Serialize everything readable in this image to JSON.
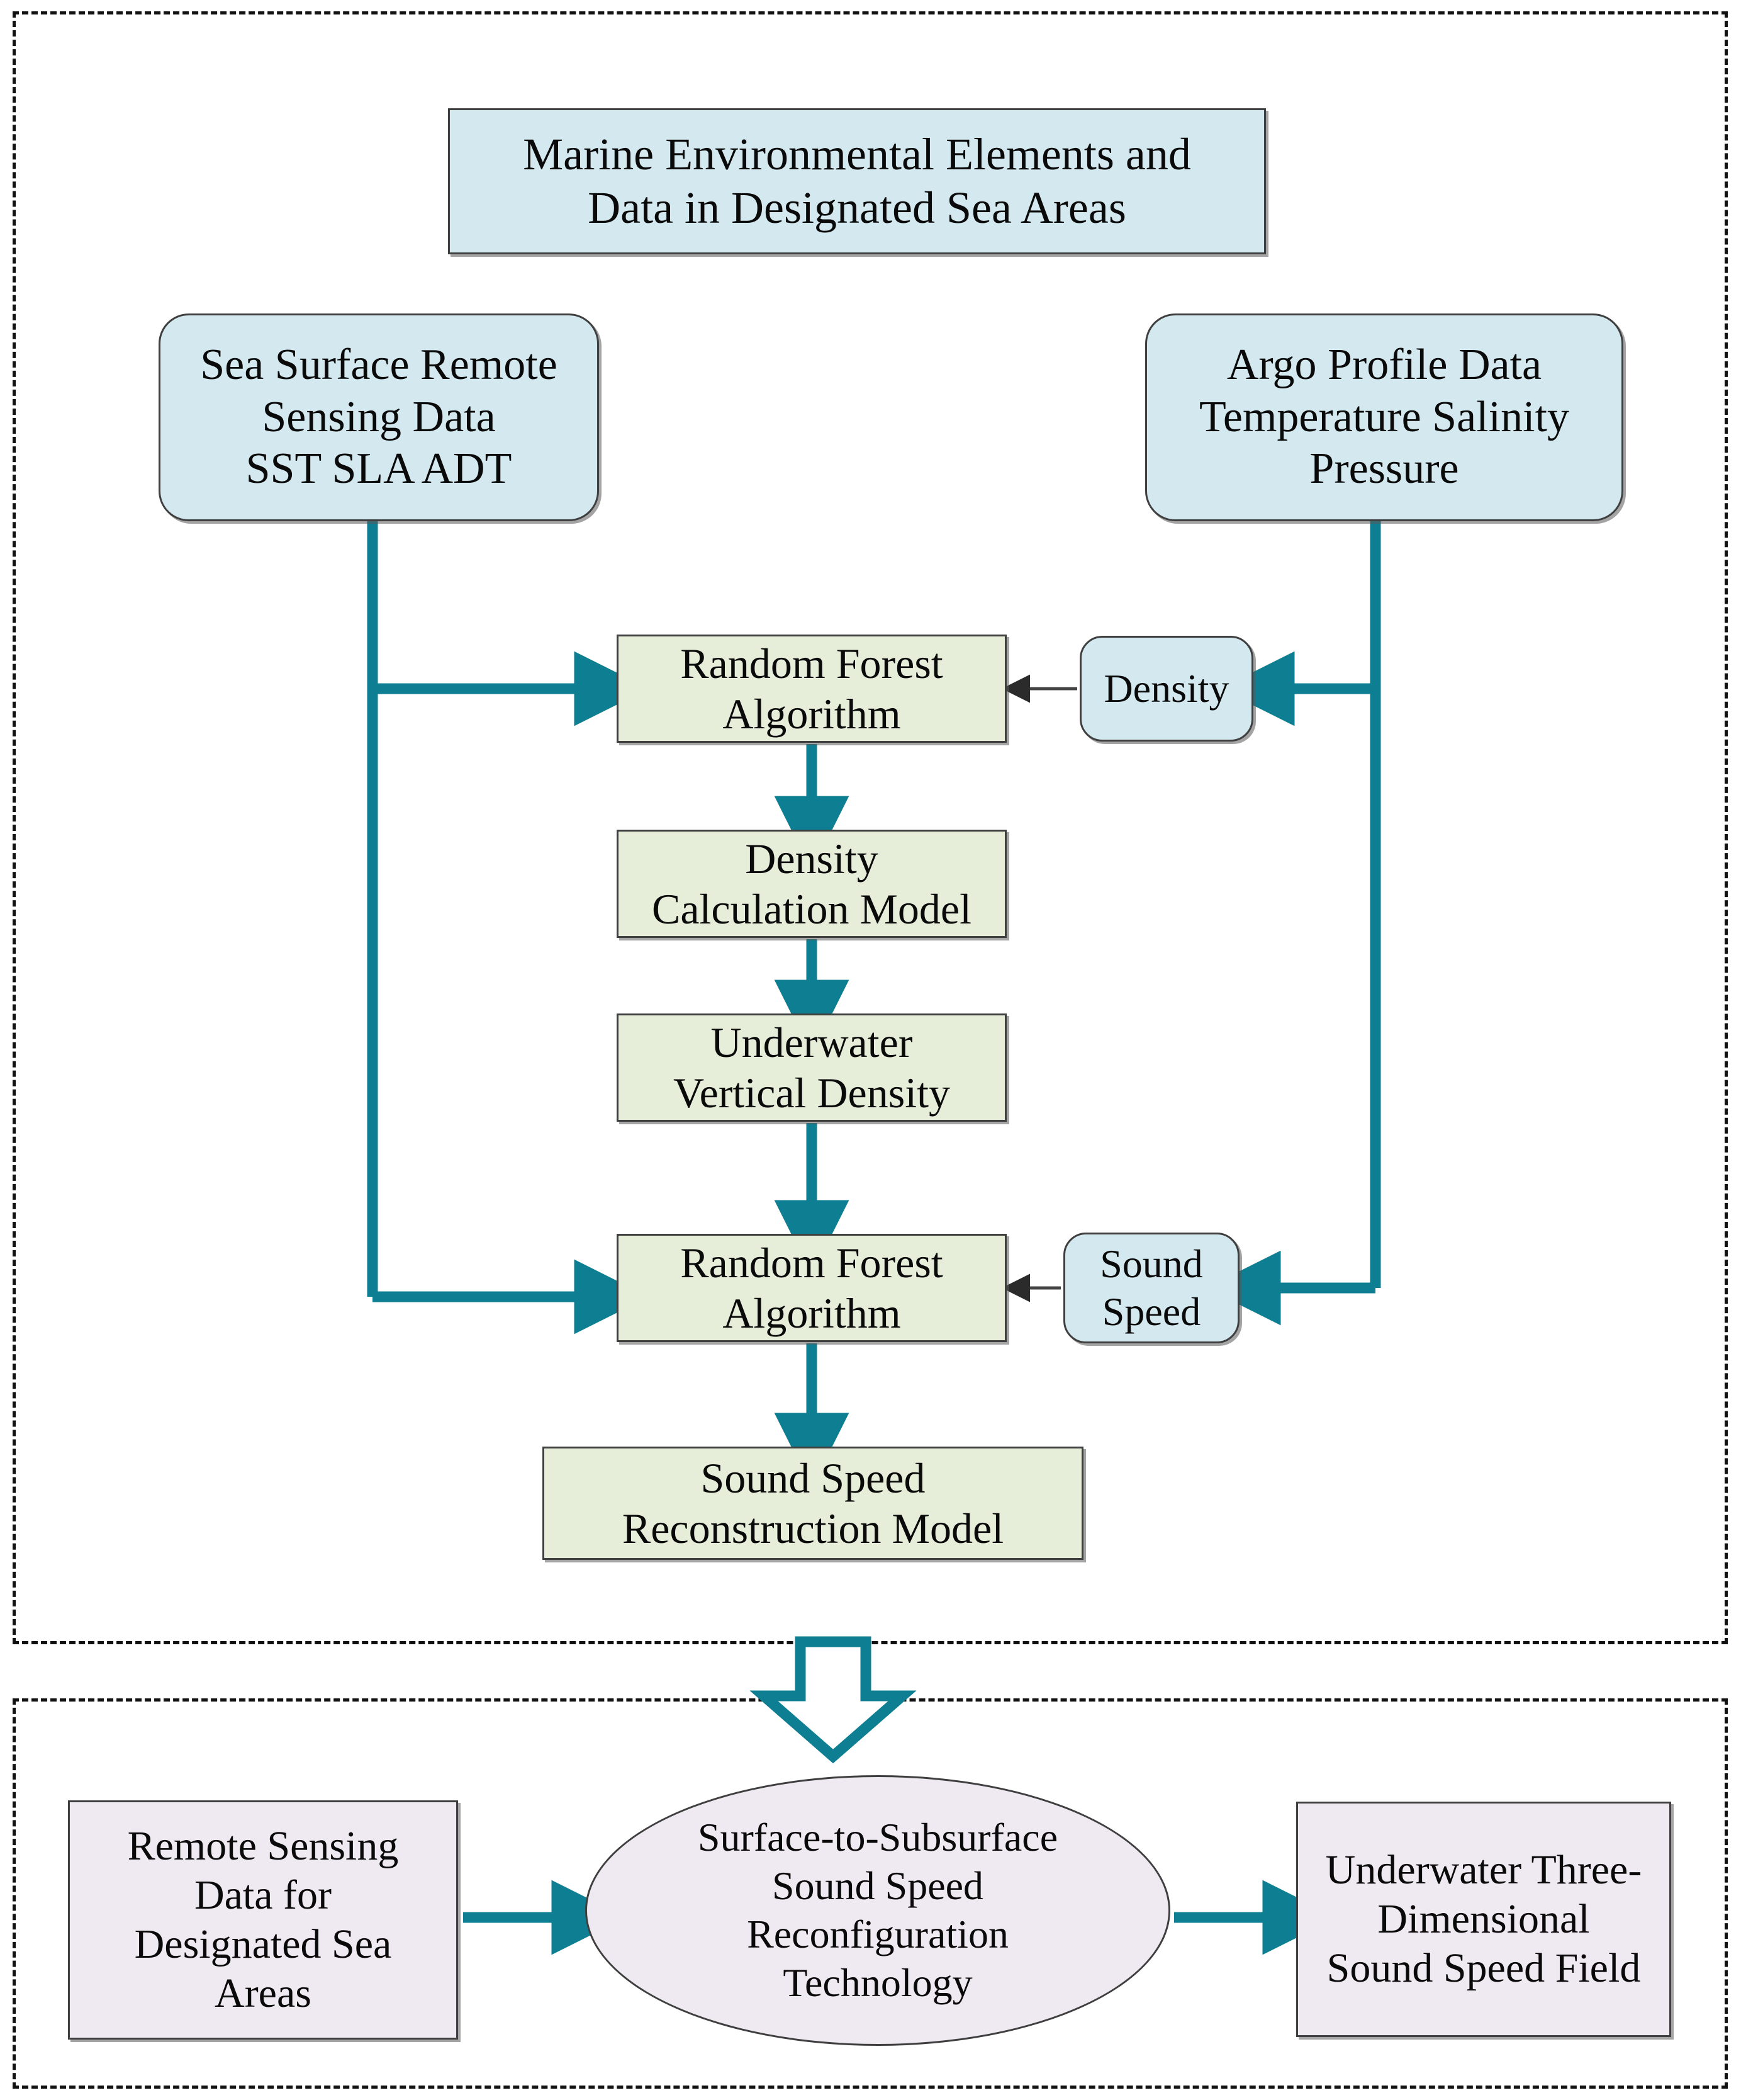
{
  "diagram": {
    "title_box": "Marine Environmental Elements and\nData in Designated Sea Areas",
    "panels": {
      "top_label": "methodology-panel",
      "bottom_label": "application-panel"
    },
    "nodes": {
      "sea_surface": "Sea Surface Remote\nSensing Data\nSST  SLA  ADT",
      "argo": "Argo Profile Data\nTemperature Salinity\nPressure",
      "random_forest_1": "Random Forest\nAlgorithm",
      "density_input": "Density",
      "density_calculation_model": "Density\nCalculation Model",
      "underwater_vertical_density": "Underwater\nVertical Density",
      "random_forest_2": "Random Forest\nAlgorithm",
      "sound_speed_input": "Sound\nSpeed",
      "sound_speed_reconstruction_model": "Sound Speed\nReconstruction Model",
      "remote_sensing_data": "Remote Sensing\nData for\nDesignated Sea\nAreas",
      "reconfiguration_technology": "Surface-to-Subsurface\nSound Speed\nReconfiguration\nTechnology",
      "underwater_sound_speed_field": "Underwater Three-\nDimensional\nSound Speed Field"
    },
    "colors": {
      "blue_fill": "#d3e9ef",
      "green_fill": "#e6eeda",
      "violet_fill": "#efe9f1",
      "accent_teal": "#0e7f93",
      "thin_arrow": "#444444",
      "border": "#3f3f3f",
      "panel_border": "#111111"
    },
    "icons": {
      "block_down_arrow": "block-down-arrow-icon"
    }
  }
}
